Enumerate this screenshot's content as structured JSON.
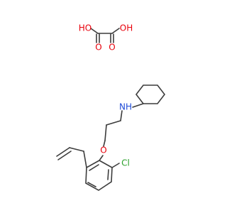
{
  "molecule": {
    "colors": {
      "bond": "#3c3c3c",
      "oxygen": "#e8000b",
      "nitrogen": "#1f4bd8",
      "chlorine": "#2aa02a"
    },
    "labels": {
      "oh_left": "HO",
      "oh_right": "OH",
      "carbonyl_o_left": "O",
      "carbonyl_o_right": "O",
      "amine": "NH",
      "ether_o": "O",
      "chlorine": "Cl"
    }
  }
}
